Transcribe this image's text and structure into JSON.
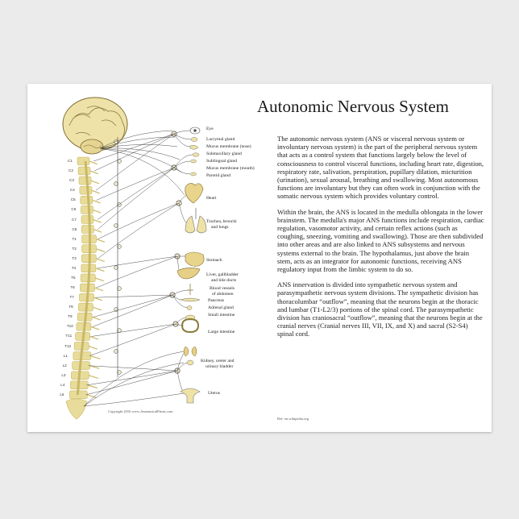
{
  "poster": {
    "title": "Autonomic Nervous System",
    "paragraphs": [
      "The autonomic nervous system (ANS or visceral nervous system or involuntary nervous system) is the part of the peripheral nervous system that acts as a control system that functions largely below the level of consciousness to control visceral functions, including heart rate, digestion, respiratory rate, salivation, perspiration, pupillary dilation, micturition (urination), sexual arousal, breathing and swallowing. Most autonomous functions are involuntary but they can often work in conjunction with the somatic nervous system which provides voluntary control.",
      "Within the brain, the ANS is located in the medulla oblongata in the lower brainstem. The medulla's major ANS functions include respiration, cardiac regulation, vasomotor activity, and certain reflex actions (such as coughing, sneezing, vomiting and swallowing). Those are then subdivided into other areas and are also linked to ANS subsystems and nervous systems external to the brain. The hypothalamus, just above the brain stem, acts as an integrator for autonomic functions, receiving ANS regulatory input from the limbic system to do so.",
      "ANS innervation is divided into sympathetic nervous system and parasympathetic nervous system divisions. The sympathetic division has thoracolumbar “outflow”, meaning that the neurons begin at the thoracic and lumbar (T1-L2/3) portions of the spinal cord. The parasympathetic division has craniosacral “outflow”, meaning that the neurons begin at the cranial nerves (Cranial nerves III, VII, IX, and X) and sacral (S2-S4) spinal cord."
    ],
    "reference": "Ref: en.wikipedia.org",
    "copyright": "Copyright 2016 www.AnatomicalPrints.com"
  },
  "organs": [
    "Eye",
    "Lacrymal gland",
    "Mucus membrane (nose)",
    "Submaxillary gland",
    "Sublingual gland",
    "Mucus membrane (mouth)",
    "Parotid gland",
    "Heart",
    "Trachea, bronchi",
    "and lungs",
    "Stomach",
    "Liver, gallbladder",
    "and bile ducts",
    "Blood vessels",
    "of abdomen",
    "Pancreas",
    "Adrenal gland",
    "Small intestine",
    "Large intestine",
    "Kidney, ureter and",
    "urinary bladder",
    "Uterus"
  ],
  "vertebrae": [
    "C1",
    "C2",
    "C3",
    "C4",
    "C5",
    "C6",
    "C7",
    "C8",
    "T1",
    "T2",
    "T3",
    "T4",
    "T5",
    "T6",
    "T7",
    "T8",
    "T9",
    "T10",
    "T11",
    "T12",
    "L1",
    "L2",
    "L3",
    "L4",
    "L5"
  ],
  "colors": {
    "spine": "#e8dc9a",
    "spine_dark": "#c9b866",
    "nerve": "#3a3a3a",
    "ganglion": "#f1ead0",
    "organ": "#eee2a6"
  }
}
